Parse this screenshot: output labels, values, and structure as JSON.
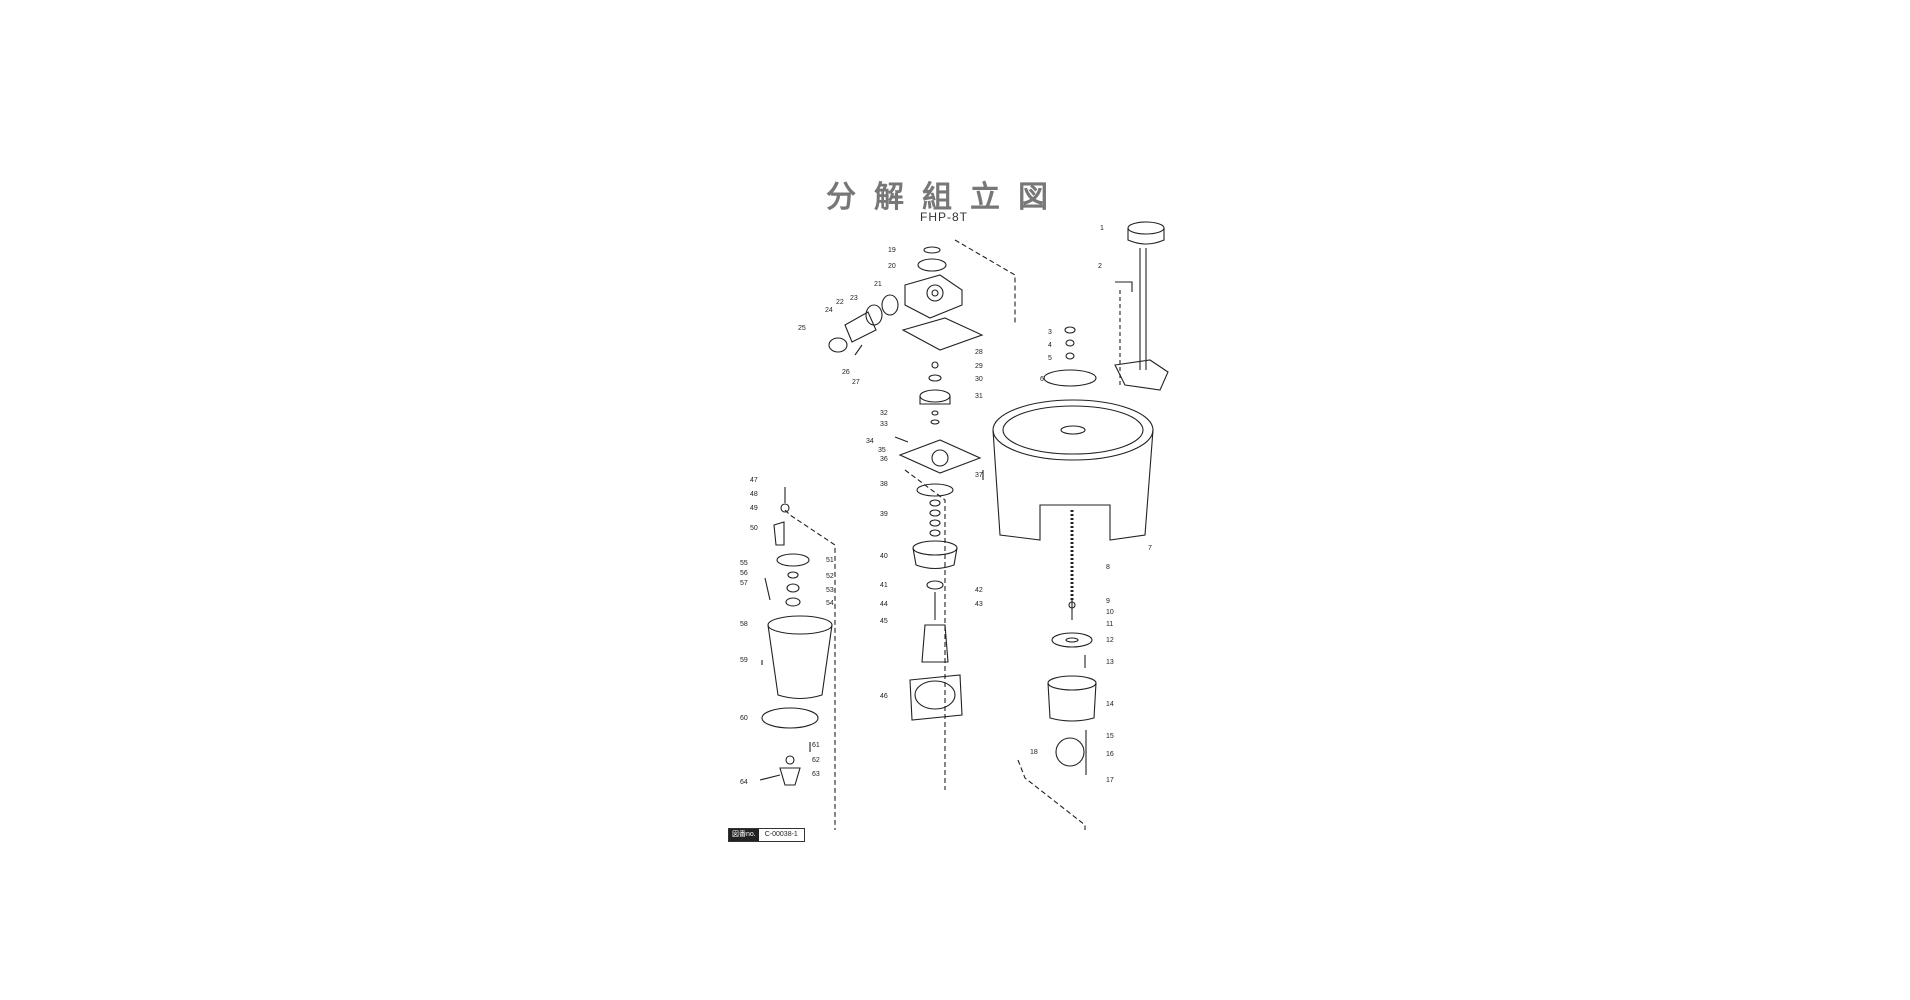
{
  "diagram": {
    "title": "分解組立図",
    "model": "FHP-8T",
    "doc_no_label": "図番no.",
    "doc_no": "C-00038-1",
    "part_labels": [
      "1",
      "2",
      "3",
      "4",
      "5",
      "6",
      "7",
      "8",
      "9",
      "10",
      "11",
      "12",
      "13",
      "14",
      "15",
      "16",
      "17",
      "18",
      "19",
      "20",
      "21",
      "22",
      "23",
      "24",
      "25",
      "26",
      "27",
      "28",
      "29",
      "30",
      "31",
      "32",
      "33",
      "34",
      "35",
      "36",
      "37",
      "38",
      "39",
      "40",
      "41",
      "42",
      "43",
      "44",
      "45",
      "46",
      "47",
      "48",
      "49",
      "50",
      "51",
      "52",
      "53",
      "54",
      "55",
      "56",
      "57",
      "58",
      "59",
      "60",
      "61",
      "62",
      "63",
      "64"
    ]
  }
}
